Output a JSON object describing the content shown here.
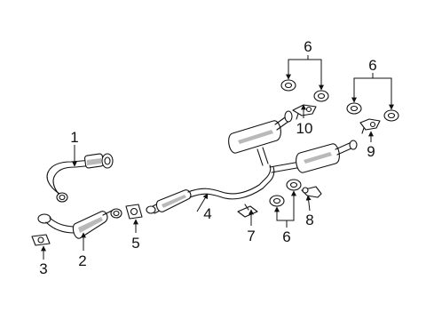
{
  "callouts": {
    "c1": "1",
    "c2": "2",
    "c3": "3",
    "c4": "4",
    "c5": "5",
    "c6a": "6",
    "c6b": "6",
    "c6c": "6",
    "c7": "7",
    "c8": "8",
    "c9": "9",
    "c10": "10"
  }
}
